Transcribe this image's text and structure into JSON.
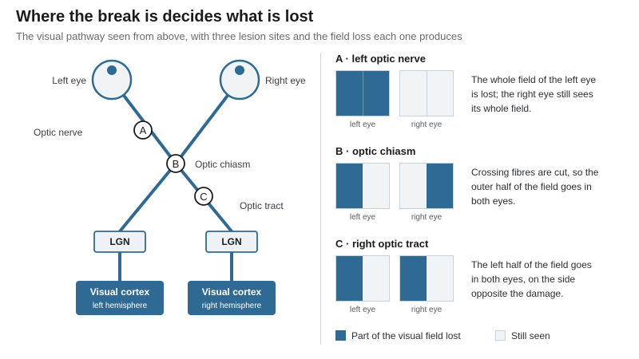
{
  "title": "Where the break is decides what is lost",
  "subtitle": "The visual pathway seen from above, with three lesion sites and the field loss each one produces",
  "colors": {
    "lost": "#2e6a93",
    "seen": "#f1f4f7",
    "pathway": "#2e6a93",
    "cortex_fill": "#2e6a93",
    "lgn_fill": "#eef2f6"
  },
  "diagram": {
    "left_eye": "Left eye",
    "right_eye": "Right eye",
    "optic_nerve": "Optic nerve",
    "optic_chiasm": "Optic chiasm",
    "optic_tract": "Optic tract",
    "marker_a": "A",
    "marker_b": "B",
    "marker_c": "C",
    "lgn_left": "LGN",
    "lgn_right": "LGN",
    "cortex_left_title": "Visual cortex",
    "cortex_left_sub": "left hemisphere",
    "cortex_right_title": "Visual cortex",
    "cortex_right_sub": "right hemisphere"
  },
  "panels": [
    {
      "heading": "A · left optic nerve",
      "left_eye_label": "left eye",
      "right_eye_label": "right eye",
      "left_eye_field": [
        "lost",
        "lost"
      ],
      "right_eye_field": [
        "seen",
        "seen"
      ],
      "description": "The whole field of the left eye is lost; the right eye still sees its whole field."
    },
    {
      "heading": "B · optic chiasm",
      "left_eye_label": "left eye",
      "right_eye_label": "right eye",
      "left_eye_field": [
        "lost",
        "seen"
      ],
      "right_eye_field": [
        "seen",
        "lost"
      ],
      "description": "Crossing fibres are cut, so the outer half of the field goes in both eyes."
    },
    {
      "heading": "C · right optic tract",
      "left_eye_label": "left eye",
      "right_eye_label": "right eye",
      "left_eye_field": [
        "lost",
        "seen"
      ],
      "right_eye_field": [
        "lost",
        "seen"
      ],
      "description": "The left half of the field goes in both eyes, on the side opposite the damage."
    }
  ],
  "legend": {
    "lost_label": "Part of the visual field lost",
    "seen_label": "Still seen"
  }
}
